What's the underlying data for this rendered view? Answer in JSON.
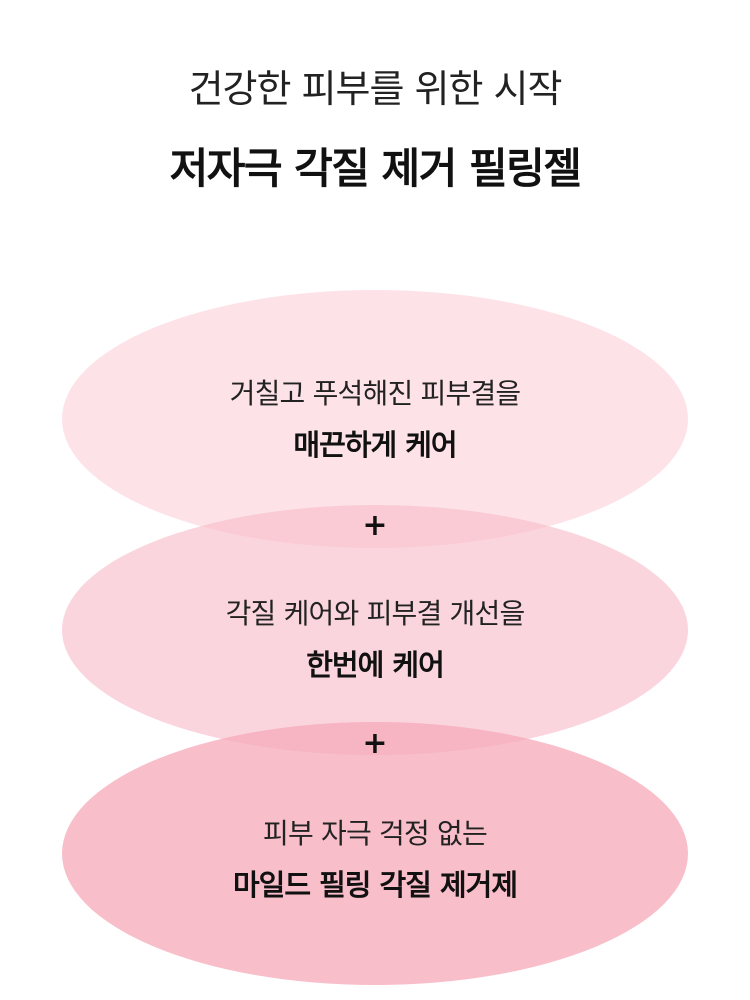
{
  "header": {
    "subtitle": "건강한 피부를 위한 시작",
    "title": "저자극 각질 제거 필링젤"
  },
  "features": [
    {
      "line1": "거칠고 푸석해진 피부결을",
      "line2": "매끈하게 케어"
    },
    {
      "line1": "각질 케어와 피부결 개선을",
      "line2": "한번에 케어"
    },
    {
      "line1": "피부 자극 걱정 없는",
      "line2": "마일드 필링 각질 제거제"
    }
  ],
  "separator": "+",
  "colors": {
    "ellipse1": "#fde0e6",
    "ellipse2": "#fbd0d9",
    "ellipse3": "#f8bcc8"
  }
}
